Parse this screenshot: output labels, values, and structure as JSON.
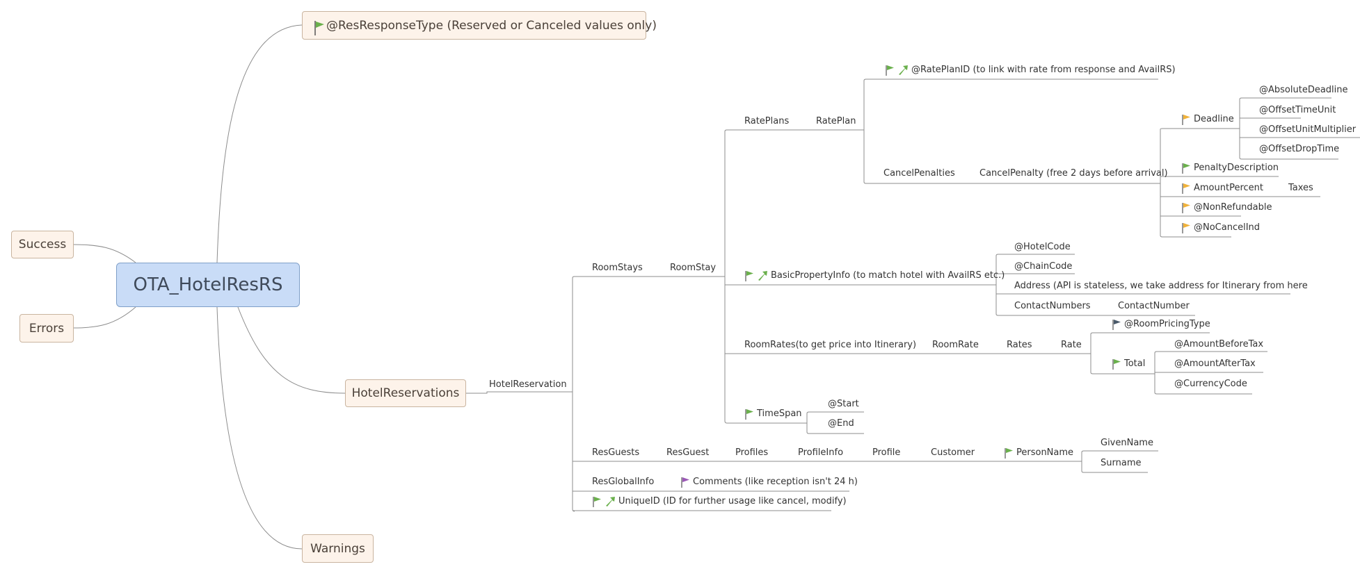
{
  "colors": {
    "root_fill": "#c9dcf7",
    "topic_fill": "#fdf3ea",
    "line": "#8c8c8c",
    "flag_green": "#6ab04c",
    "flag_orange": "#f0b23a",
    "flag_purple": "#9b59b6",
    "flag_dark": "#4a5a6a"
  },
  "root": {
    "label": "OTA_HotelResRS"
  },
  "topics": {
    "res_response_type": "@ResResponseType (Reserved or Canceled values only)",
    "success": "Success",
    "errors": "Errors",
    "hotel_reservations": "HotelReservations",
    "warnings": "Warnings"
  },
  "nodes": {
    "hotel_reservation": "HotelReservation",
    "room_stays": "RoomStays",
    "room_stay": "RoomStay",
    "rate_plans": "RatePlans",
    "rate_plan": "RatePlan",
    "rate_plan_id": "@RatePlanID (to link with rate from response and AvailRS)",
    "cancel_penalties": "CancelPenalties",
    "cancel_penalty": "CancelPenalty (free 2 days before arrival)",
    "deadline": "Deadline",
    "absolute_deadline": "@AbsoluteDeadline",
    "offset_time_unit": "@OffsetTimeUnit",
    "offset_unit_multiplier": "@OffsetUnitMultiplier",
    "offset_drop_time": "@OffsetDropTime",
    "penalty_description": "PenaltyDescription",
    "amount_percent": "AmountPercent",
    "taxes": "Taxes",
    "non_refundable": "@NonRefundable",
    "no_cancel_ind": "@NoCancelInd",
    "basic_property_info": "BasicPropertyInfo (to match  hotel with AvailRS etc.)",
    "hotel_code": "@HotelCode",
    "chain_code": "@ChainCode",
    "address": "Address (API is stateless, we take address for Itinerary from here",
    "contact_numbers": "ContactNumbers",
    "contact_number": "ContactNumber",
    "room_rates": "RoomRates(to get price into Itinerary)",
    "room_rate": "RoomRate",
    "rates": "Rates",
    "rate": "Rate",
    "room_pricing_type": "@RoomPricingType",
    "total": "Total",
    "amount_before_tax": "@AmountBeforeTax",
    "amount_after_tax": "@AmountAfterTax",
    "currency_code": "@CurrencyCode",
    "time_span": "TimeSpan",
    "start": "@Start",
    "end": "@End",
    "res_guests": "ResGuests",
    "res_guest": "ResGuest",
    "profiles": "Profiles",
    "profile_info": "ProfileInfo",
    "profile": "Profile",
    "customer": "Customer",
    "person_name": "PersonName",
    "given_name": "GivenName",
    "surname": "Surname",
    "res_global_info": "ResGlobalInfo",
    "comments": "Comments (like reception isn't 24 h)",
    "unique_id": "UniqueID (ID for further usage like cancel, modify)"
  }
}
